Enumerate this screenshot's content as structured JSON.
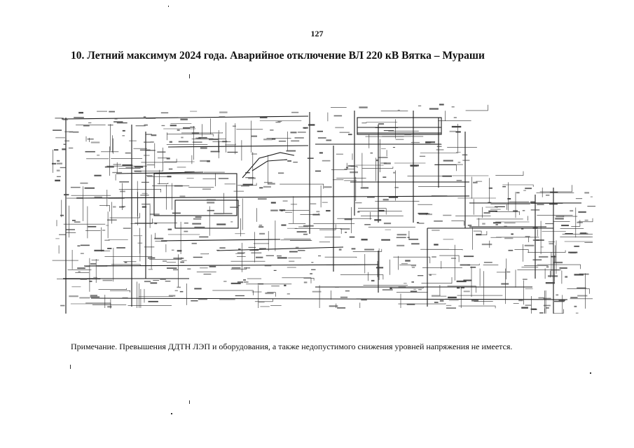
{
  "page": {
    "number": "127"
  },
  "heading": "10. Летний максимум 2024 года. Аварийное отключение ВЛ 220 кВ Вятка – Мураши",
  "note": "Примечание. Превышения ДДТН ЛЭП и оборудования, а также недопустимого снижения уровней напряжения не имеется.",
  "colors": {
    "ink": "#111111",
    "paper": "#ffffff"
  }
}
